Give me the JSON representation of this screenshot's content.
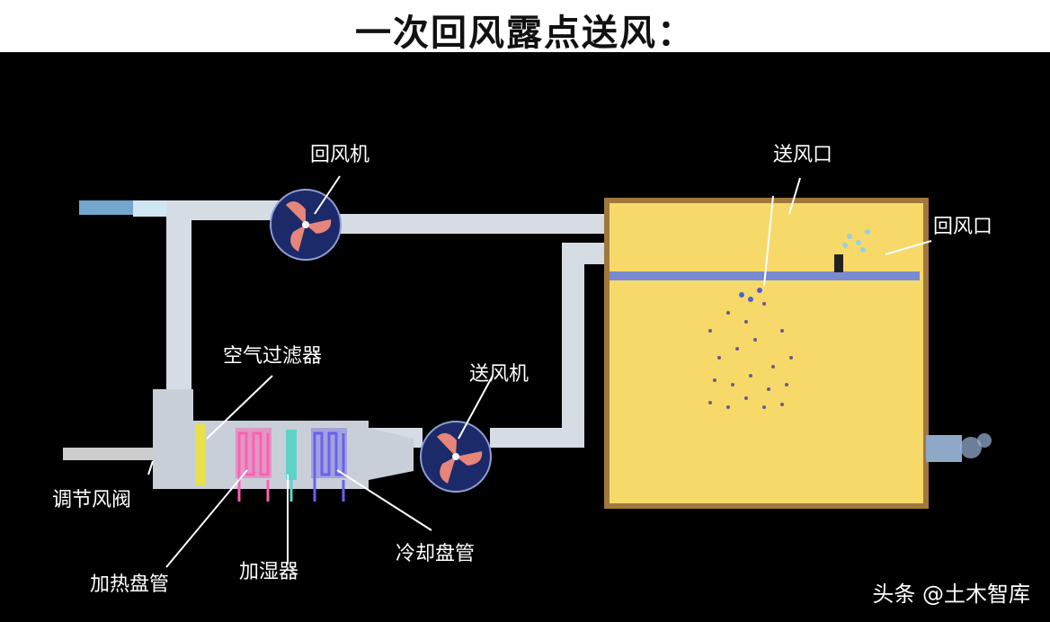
{
  "title": "一次回风露点送风：",
  "labels": {
    "return_fan": "回风机",
    "supply_outlet": "送风口",
    "return_inlet": "回风口",
    "air_filter": "空气过滤器",
    "supply_fan": "送风机",
    "damper": "调节风阀",
    "heating_coil": "加热盘管",
    "humidifier": "加湿器",
    "cooling_coil": "冷却盘管"
  },
  "watermark": "头条 @土木智库",
  "colors": {
    "room_fill": "#f7d96a",
    "duct": "#d6dce4",
    "filter": "#e9e04a",
    "heating": "#f06bb8",
    "humidifier": "#5fd3c8",
    "cooling": "#8a86e0",
    "fan_disc": "#1c2a6a",
    "fan_blade": "#e6857a"
  }
}
